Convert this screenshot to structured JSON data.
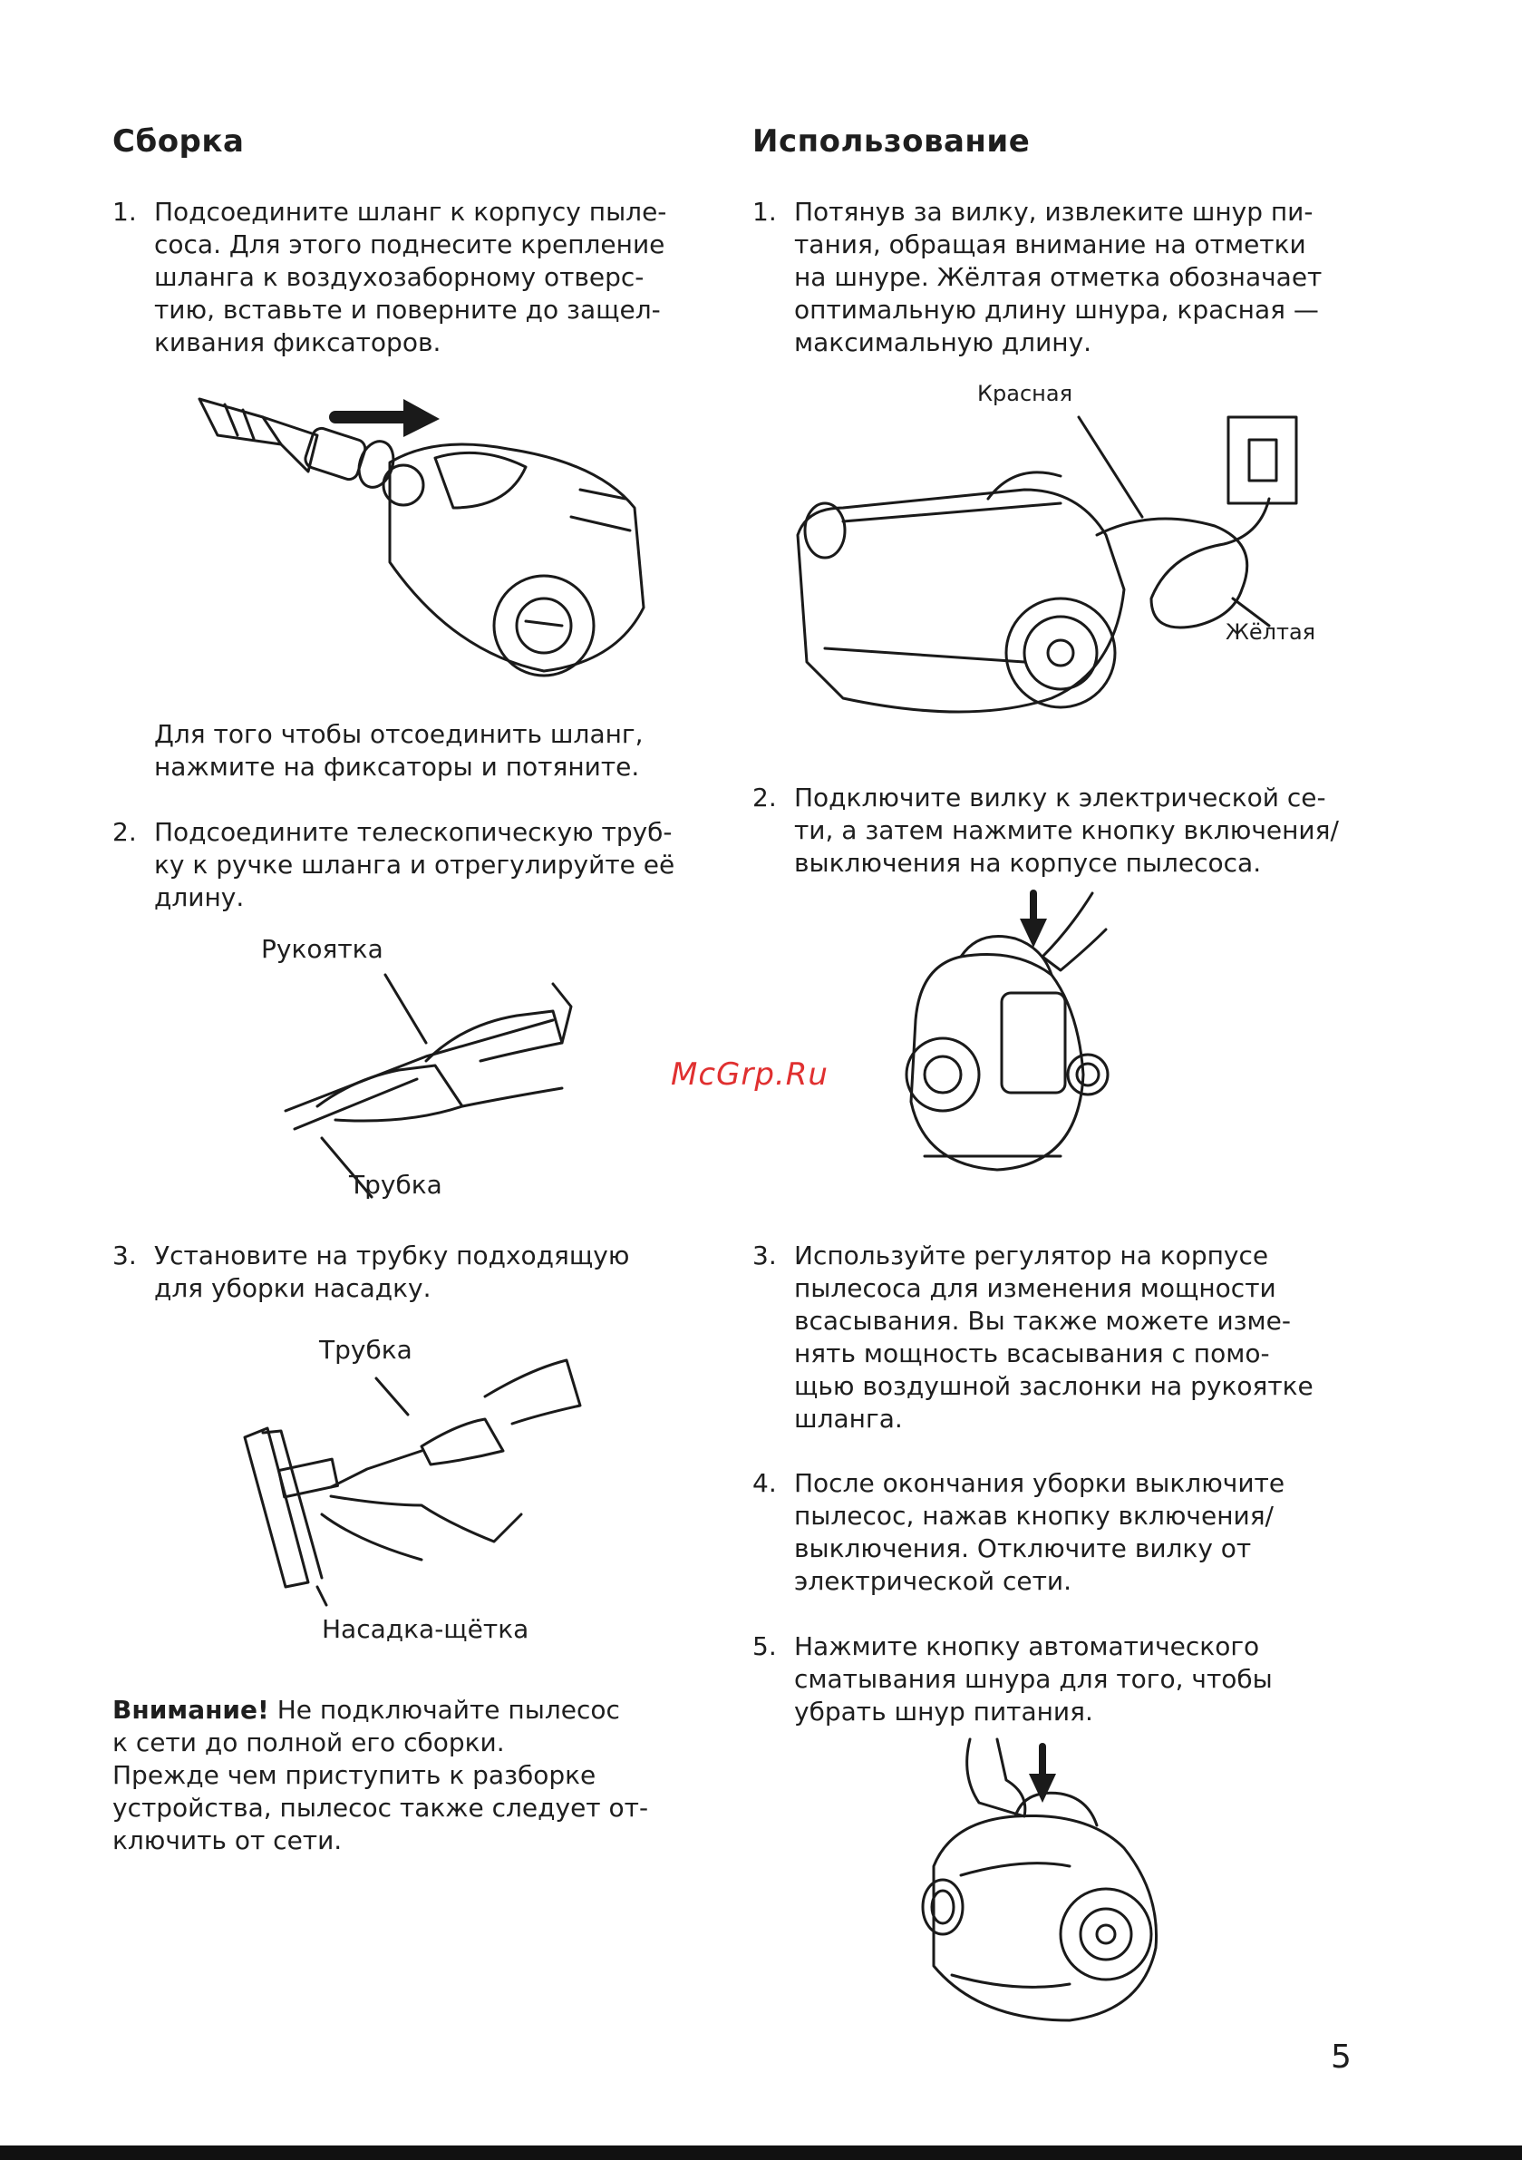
{
  "left": {
    "heading": "Сборка",
    "item1": {
      "num": "1.",
      "lines": [
        "Подсоедините шланг к корпусу пыле-",
        "соса. Для этого поднесите крепление",
        "шланга к воздухозаборному отверс-",
        "тию, вставьте и поверните до защел-",
        "кивания фиксаторов."
      ]
    },
    "note": [
      "Для того чтобы отсоединить шланг,",
      "нажмите на фиксаторы и потяните."
    ],
    "item2": {
      "num": "2.",
      "lines": [
        "Подсоедините телескопическую труб-",
        "ку к ручке шланга и отрегулируйте её",
        "длину."
      ]
    },
    "fig2_labels": {
      "handle": "Рукоятка",
      "tube": "Трубка"
    },
    "item3": {
      "num": "3.",
      "lines": [
        "Установите на трубку подходящую",
        "для уборки насадку."
      ]
    },
    "fig3_labels": {
      "tube": "Трубка",
      "brush": "Насадка-щётка"
    },
    "warning": {
      "title": "Внимание!",
      "first": " Не подключайте пылесос",
      "lines": [
        "к сети до полной его сборки.",
        "Прежде чем приступить к разборке",
        "устройства, пылесос также следует от-",
        "ключить от сети."
      ]
    }
  },
  "right": {
    "heading": "Использование",
    "item1": {
      "num": "1.",
      "lines": [
        "Потянув за вилку, извлеките шнур пи-",
        "тания, обращая внимание на отметки",
        "на шнуре. Жёлтая отметка обозначает",
        "оптимальную длину шнура, красная —",
        "максимальную длину."
      ]
    },
    "fig1_labels": {
      "red": "Красная",
      "yellow": "Жёлтая"
    },
    "item2": {
      "num": "2.",
      "lines": [
        "Подключите вилку к электрической се-",
        "ти, а затем нажмите кнопку включения/",
        "выключения на корпусе пылесоса."
      ]
    },
    "item3": {
      "num": "3.",
      "lines": [
        "Используйте регулятор на корпусе",
        "пылесоса для изменения мощности",
        "всасывания. Вы также можете изме-",
        "нять мощность всасывания с помо-",
        "щью воздушной заслонки на рукоятке",
        "шланга."
      ]
    },
    "item4": {
      "num": "4.",
      "lines": [
        "После окончания уборки выключите",
        "пылесос, нажав кнопку включения/",
        "выключения. Отключите вилку от",
        "электрической сети."
      ]
    },
    "item5": {
      "num": "5.",
      "lines": [
        "Нажмите кнопку автоматического",
        "сматывания шнура для того, чтобы",
        "убрать шнур питания."
      ]
    }
  },
  "watermark": "McGrp.Ru",
  "page_number": "5"
}
